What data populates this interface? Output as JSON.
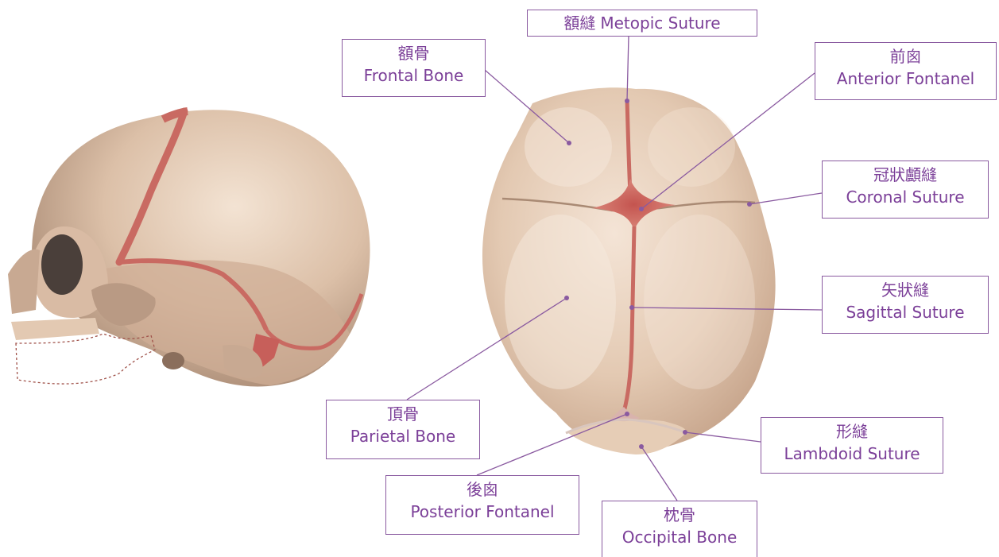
{
  "colors": {
    "label_text": "#7b3f98",
    "label_border": "#8a5aa0",
    "leader_line": "#8a5aa0",
    "bone": "#e7cfb7",
    "bone_shadow": "#b99a84",
    "suture": "#c96a62",
    "fontanel": "#c75f5a"
  },
  "labels": {
    "metopic": {
      "zh": "額縫",
      "en": "Metopic Suture"
    },
    "frontal": {
      "zh": "額骨",
      "en": "Frontal Bone"
    },
    "anterior": {
      "zh": "前囪",
      "en": "Anterior Fontanel"
    },
    "coronal": {
      "zh": "冠狀顱縫",
      "en": "Coronal Suture"
    },
    "sagittal": {
      "zh": "矢狀縫",
      "en": "Sagittal Suture"
    },
    "parietal": {
      "zh": "頂骨",
      "en": "Parietal Bone"
    },
    "lambdoid": {
      "zh": "形縫",
      "en": "Lambdoid Suture"
    },
    "posterior": {
      "zh": "後囪",
      "en": "Posterior Fontanel"
    },
    "occipital": {
      "zh": "枕骨",
      "en": "Occipital Bone"
    }
  }
}
